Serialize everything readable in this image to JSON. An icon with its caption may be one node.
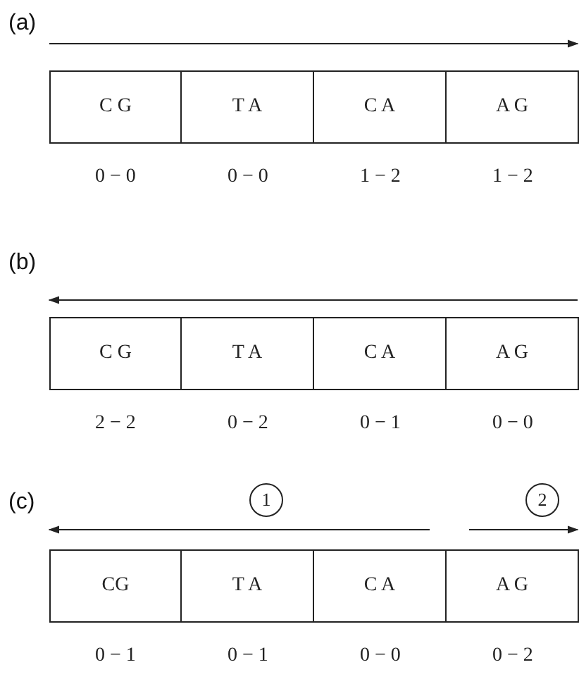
{
  "diagram": {
    "nodes": [
      {
        "text": [
          "C G"
        ]
      },
      {
        "text": [
          "T A"
        ]
      },
      {
        "text": [
          "C A"
        ]
      },
      {
        "text": [
          "A G"
        ]
      },
      {
        "text": [
          "C G"
        ]
      },
      {
        "text": [
          "T A"
        ]
      },
      {
        "text": [
          "C A"
        ]
      },
      {
        "text": [
          "A G"
        ]
      },
      {
        "text": [
          "1"
        ]
      },
      {
        "text": [
          "2"
        ]
      },
      {
        "text": [
          "CG"
        ]
      },
      {
        "text": [
          "T A"
        ]
      },
      {
        "text": [
          "C A"
        ]
      },
      {
        "text": [
          "A G"
        ]
      }
    ],
    "labels": [
      "(a)",
      "0 − 0",
      "0 − 0",
      "1 − 2",
      "1 − 2",
      "(b)",
      "2 − 2",
      "0 − 2",
      "0 − 1",
      "0 − 0",
      "(c)",
      "0 − 1",
      "0 − 1",
      "0 − 0",
      "0 − 2"
    ]
  }
}
